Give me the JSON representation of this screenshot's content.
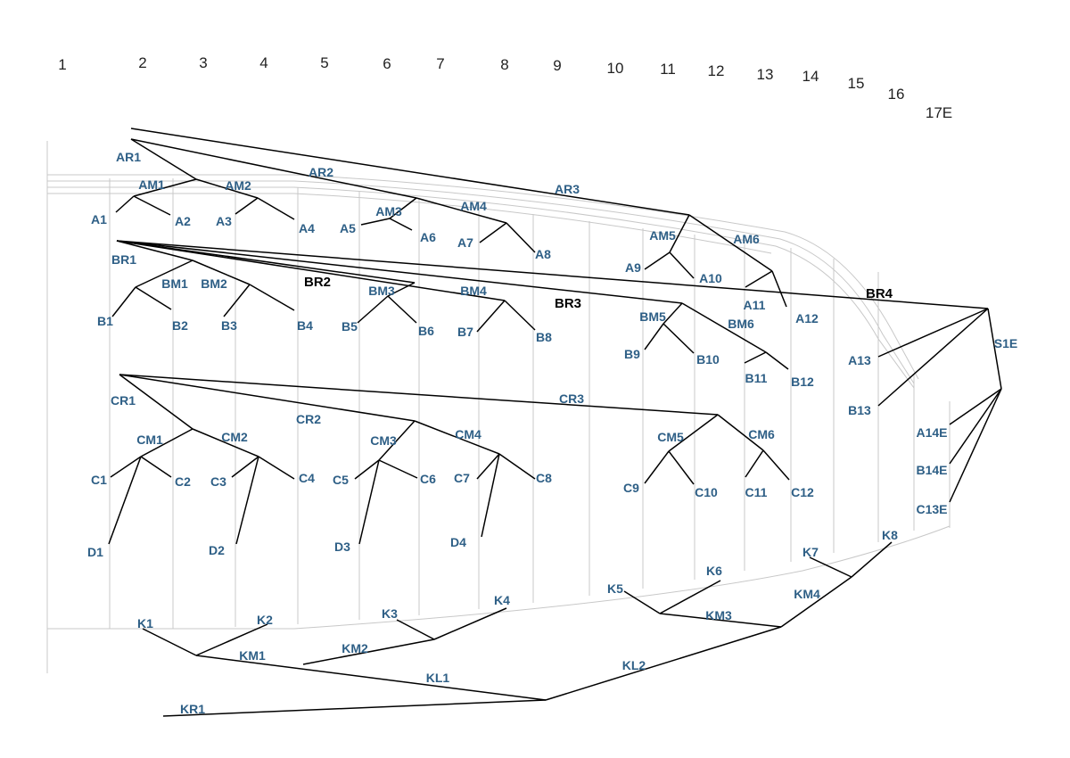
{
  "column_numbers": [
    "1",
    "2",
    "3",
    "4",
    "5",
    "6",
    "7",
    "8",
    "9",
    "10",
    "11",
    "12",
    "13",
    "14",
    "15",
    "16",
    "17E"
  ],
  "labels": {
    "AR1": "AR1",
    "AR2": "AR2",
    "AR3": "AR3",
    "AM1": "AM1",
    "AM2": "AM2",
    "AM3": "AM3",
    "AM4": "AM4",
    "AM5": "AM5",
    "AM6": "AM6",
    "A1": "A1",
    "A2": "A2",
    "A3": "A3",
    "A4": "A4",
    "A5": "A5",
    "A6": "A6",
    "A7": "A7",
    "A8": "A8",
    "A9": "A9",
    "A10": "A10",
    "A11": "A11",
    "A12": "A12",
    "A13": "A13",
    "A14E": "A14E",
    "BR1": "BR1",
    "BR2": "BR2",
    "BR3": "BR3",
    "BR4": "BR4",
    "BM1": "BM1",
    "BM2": "BM2",
    "BM3": "BM3",
    "BM4": "BM4",
    "BM5": "BM5",
    "BM6": "BM6",
    "B1": "B1",
    "B2": "B2",
    "B3": "B3",
    "B4": "B4",
    "B5": "B5",
    "B6": "B6",
    "B7": "B7",
    "B8": "B8",
    "B9": "B9",
    "B10": "B10",
    "B11": "B11",
    "B12": "B12",
    "B13": "B13",
    "B14E": "B14E",
    "S1E": "S1E",
    "CR1": "CR1",
    "CR2": "CR2",
    "CR3": "CR3",
    "CM1": "CM1",
    "CM2": "CM2",
    "CM3": "CM3",
    "CM4": "CM4",
    "CM5": "CM5",
    "CM6": "CM6",
    "C1": "C1",
    "C2": "C2",
    "C3": "C3",
    "C4": "C4",
    "C5": "C5",
    "C6": "C6",
    "C7": "C7",
    "C8": "C8",
    "C9": "C9",
    "C10": "C10",
    "C11": "C11",
    "C12": "C12",
    "C13E": "C13E",
    "D1": "D1",
    "D2": "D2",
    "D3": "D3",
    "D4": "D4",
    "K1": "K1",
    "K2": "K2",
    "K3": "K3",
    "K4": "K4",
    "K5": "K5",
    "K6": "K6",
    "K7": "K7",
    "K8": "K8",
    "KM1": "KM1",
    "KM2": "KM2",
    "KM3": "KM3",
    "KM4": "KM4",
    "KL1": "KL1",
    "KL2": "KL2",
    "KR1": "KR1"
  },
  "colors": {
    "node_label": "#2e5f86",
    "tree_line": "#000000",
    "grid_line": "#c8c8c8",
    "emphasis_label": "#000000"
  }
}
